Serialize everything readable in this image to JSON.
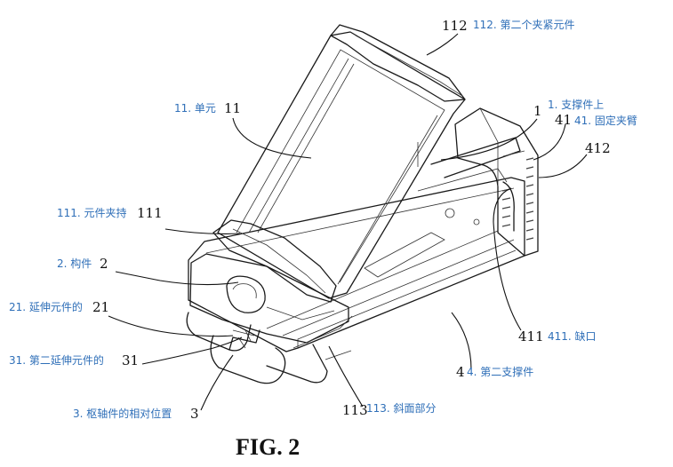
{
  "figure_caption": "FIG. 2",
  "labels": [
    {
      "key": "l112",
      "number": "112",
      "annotation": "112. 第二个夹紧元件"
    },
    {
      "key": "l11",
      "number": "11",
      "annotation": "11. 单元"
    },
    {
      "key": "l1",
      "number": "1",
      "annotation": "1. 支撑件上"
    },
    {
      "key": "l41",
      "number": "41",
      "annotation": "41. 固定夹臂"
    },
    {
      "key": "l412",
      "number": "412",
      "annotation": ""
    },
    {
      "key": "l111",
      "number": "111",
      "annotation": "111. 元件夹持"
    },
    {
      "key": "l2",
      "number": "2",
      "annotation": "2. 构件"
    },
    {
      "key": "l21",
      "number": "21",
      "annotation": "21. 延伸元件的"
    },
    {
      "key": "l31",
      "number": "31",
      "annotation": "31. 第二延伸元件的"
    },
    {
      "key": "l3",
      "number": "3",
      "annotation": "3. 枢轴件的相对位置"
    },
    {
      "key": "l411",
      "number": "411",
      "annotation": "411. 缺口"
    },
    {
      "key": "l4",
      "number": "4",
      "annotation": "4. 第二支撑件"
    },
    {
      "key": "l113",
      "number": "113",
      "annotation": "113. 斜面部分"
    }
  ]
}
